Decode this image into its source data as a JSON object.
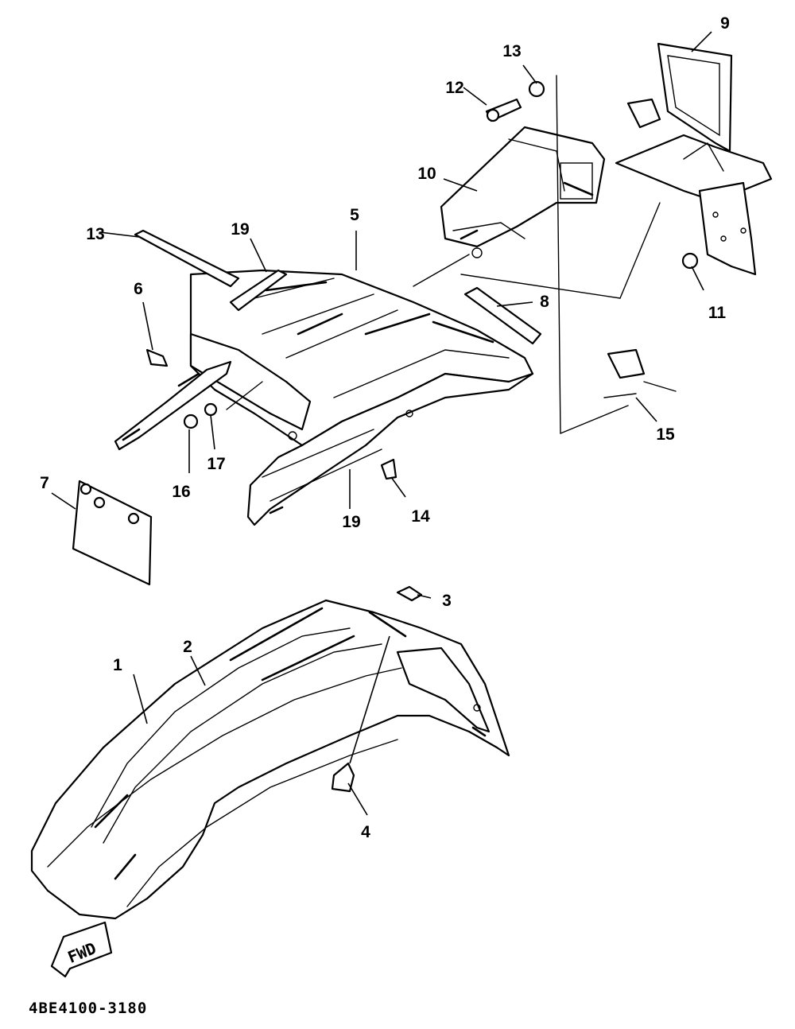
{
  "diagram": {
    "drawing_code": "4BE4100-3180",
    "direction_marker": "FWD",
    "callouts": [
      {
        "id": "c1",
        "label": "1"
      },
      {
        "id": "c2",
        "label": "2"
      },
      {
        "id": "c3",
        "label": "3"
      },
      {
        "id": "c4",
        "label": "4"
      },
      {
        "id": "c5",
        "label": "5"
      },
      {
        "id": "c6",
        "label": "6"
      },
      {
        "id": "c7",
        "label": "7"
      },
      {
        "id": "c8",
        "label": "8"
      },
      {
        "id": "c9",
        "label": "9"
      },
      {
        "id": "c10",
        "label": "10"
      },
      {
        "id": "c11",
        "label": "11"
      },
      {
        "id": "c12",
        "label": "12"
      },
      {
        "id": "c13a",
        "label": "13"
      },
      {
        "id": "c13b",
        "label": "13"
      },
      {
        "id": "c14",
        "label": "14"
      },
      {
        "id": "c15",
        "label": "15"
      },
      {
        "id": "c16",
        "label": "16"
      },
      {
        "id": "c17",
        "label": "17"
      },
      {
        "id": "c19a",
        "label": "19"
      },
      {
        "id": "c19b",
        "label": "19"
      }
    ]
  }
}
